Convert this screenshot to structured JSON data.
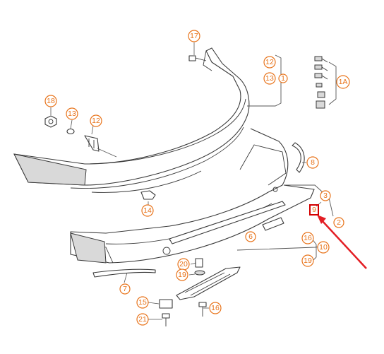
{
  "colors": {
    "callout": "#e8731a",
    "arrow": "#e31e24",
    "highlight_box": "#d40000",
    "line": "#3a3a3a"
  },
  "callouts": {
    "c17": "17",
    "c12_top": "12",
    "c13_top": "13",
    "c1": "1",
    "c1A": "1A",
    "c18": "18",
    "c13_left": "13",
    "c12_left": "12",
    "c8": "8",
    "c3": "3",
    "c9": "9",
    "c2": "2",
    "c14": "14",
    "c6": "6",
    "c16_right": "16",
    "c10": "10",
    "c19_right": "19",
    "c20": "20",
    "c19_lower": "19",
    "c7": "7",
    "c15": "15",
    "c16_lower": "16",
    "c21": "21"
  }
}
